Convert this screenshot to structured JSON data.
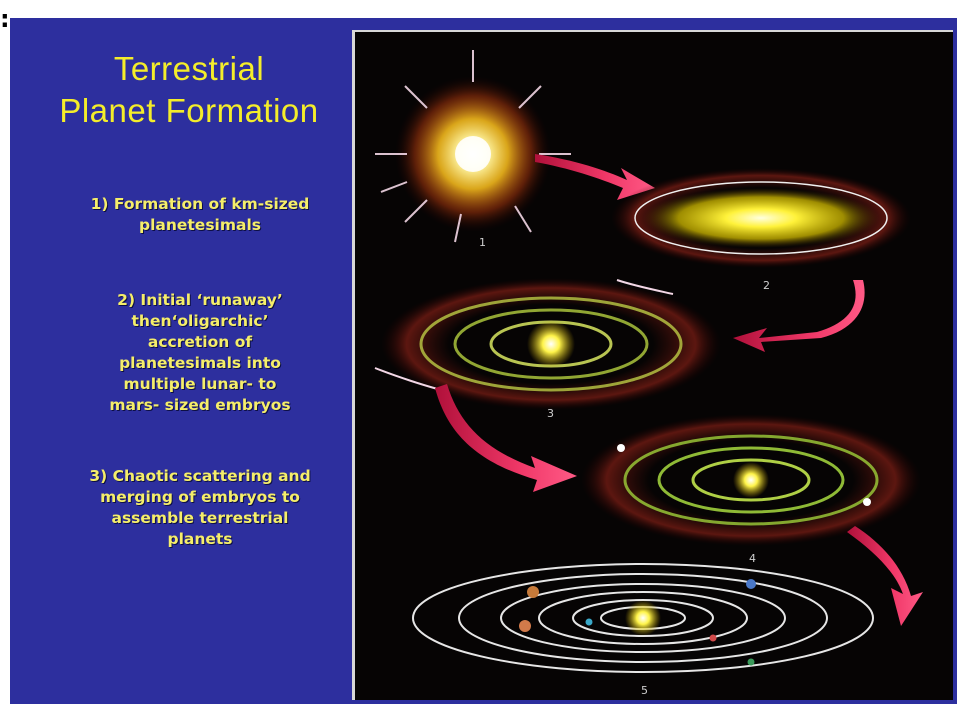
{
  "header_fragment": {
    "colon": ":"
  },
  "slide": {
    "title_line1": "Terrestrial",
    "title_line2": "Planet Formation",
    "points": [
      {
        "number": "1)",
        "lines": [
          "1) Formation of km-sized",
          "planetesimals"
        ]
      },
      {
        "number": "2)",
        "lines": [
          "2) Initial ‘runaway’",
          "then‘oligarchic’",
          "accretion of",
          "planetesimals into",
          "multiple lunar- to",
          "mars- sized embryos"
        ]
      },
      {
        "number": "3)",
        "lines": [
          "3) Chaotic scattering and",
          "merging of embryos to",
          "assemble terrestrial",
          "planets"
        ]
      }
    ]
  },
  "figure": {
    "stage_labels": [
      "1",
      "2",
      "3",
      "4",
      "5"
    ],
    "colors": {
      "background": "#2d2f9e",
      "title": "#f4ed2a",
      "text": "#f5ee6a",
      "arrow": "#e8285a",
      "glow": "#fff27a"
    }
  }
}
